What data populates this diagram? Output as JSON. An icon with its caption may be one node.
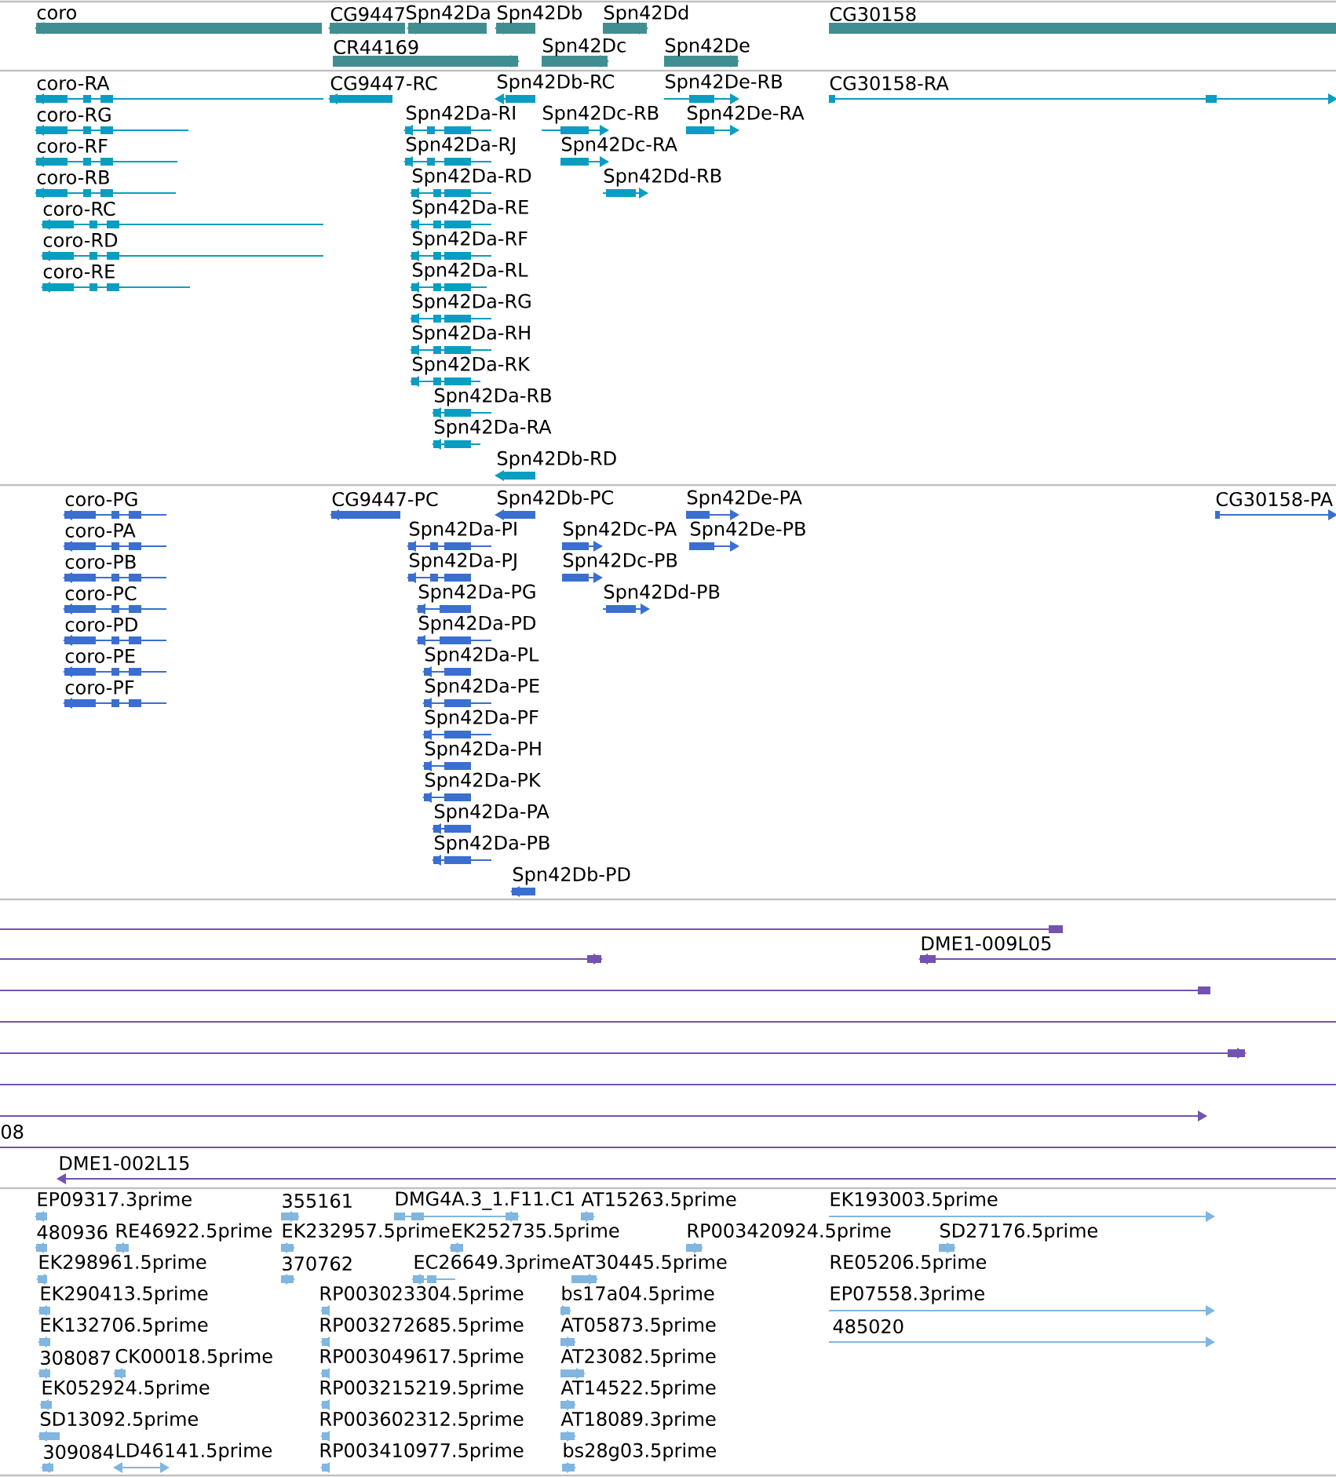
{
  "diagram": {
    "labels": [
      "coro",
      "CG9447",
      "Spn42Da",
      "Spn42Db",
      "Spn42Dd",
      "CG30158",
      "CR44169",
      "Spn42Dc",
      "Spn42De",
      "coro-RA",
      "CG9447-RC",
      "Spn42Db-RC",
      "Spn42De-RB",
      "CG30158-RA",
      "coro-RG",
      "Spn42Da-RI",
      "Spn42Dc-RB",
      "Spn42De-RA",
      "coro-RF",
      "Spn42Da-RJ",
      "Spn42Dc-RA",
      "coro-RB",
      "Spn42Da-RD",
      "Spn42Dd-RB",
      "coro-RC",
      "Spn42Da-RE",
      "coro-RD",
      "Spn42Da-RF",
      "coro-RE",
      "Spn42Da-RL",
      "Spn42Da-RG",
      "Spn42Da-RH",
      "Spn42Da-RK",
      "Spn42Da-RB",
      "Spn42Da-RA",
      "Spn42Db-RD",
      "coro-PG",
      "CG9447-PC",
      "Spn42Db-PC",
      "Spn42De-PA",
      "CG30158-PA",
      "coro-PA",
      "Spn42Da-PI",
      "Spn42Dc-PA",
      "Spn42De-PB",
      "coro-PB",
      "Spn42Da-PJ",
      "Spn42Dc-PB",
      "coro-PC",
      "Spn42Da-PG",
      "Spn42Dd-PB",
      "coro-PD",
      "Spn42Da-PD",
      "coro-PE",
      "Spn42Da-PL",
      "coro-PF",
      "Spn42Da-PE",
      "Spn42Da-PF",
      "Spn42Da-PH",
      "Spn42Da-PK",
      "Spn42Da-PA",
      "Spn42Da-PB",
      "Spn42Db-PD",
      "DME1-009L05",
      "08",
      "DME1-002L15",
      "EP09317.3prime",
      "355161",
      "DMG4A.3_1.F11.C1",
      "AT15263.5prime",
      "EK193003.5prime",
      "480936",
      "RE46922.5prime",
      "EK232957.5prime",
      "EK252735.5prime",
      "RP003420924.5prime",
      "SD27176.5prime",
      "EK298961.5prime",
      "370762",
      "EC26649.3prime",
      "AT30445.5prime",
      "RE05206.5prime",
      "EK290413.5prime",
      "RP003023304.5prime",
      "bs17a04.5prime",
      "EP07558.3prime",
      "EK132706.5prime",
      "RP003272685.5prime",
      "AT05873.5prime",
      "485020",
      "308087",
      "CK00018.5prime",
      "RP003049617.5prime",
      "AT23082.5prime",
      "EK052924.5prime",
      "RP003215219.5prime",
      "AT14522.5prime",
      "SD13092.5prime",
      "RP003602312.5prime",
      "AT18089.3prime",
      "309084",
      "LD46141.5prime",
      "RP003410977.5prime",
      "bs28g03.5prime"
    ]
  }
}
